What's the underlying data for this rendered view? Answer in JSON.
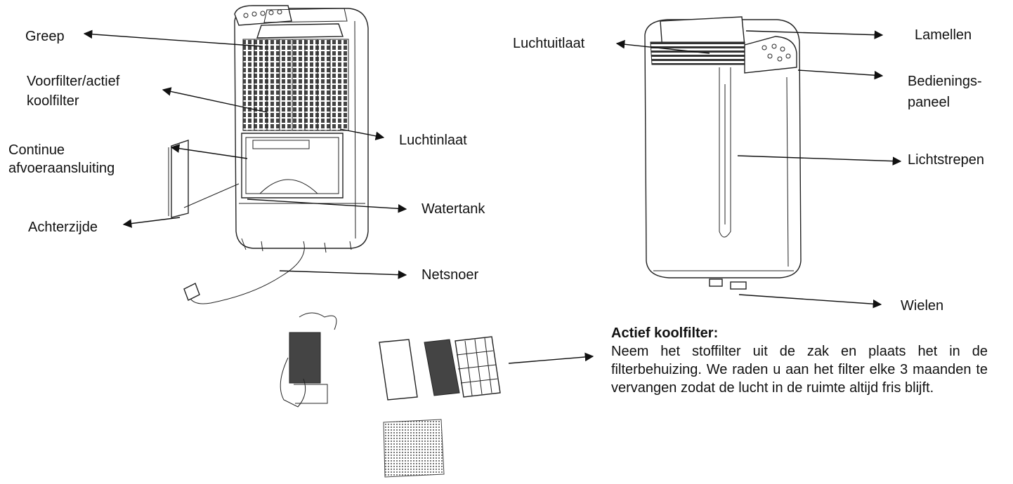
{
  "labels": {
    "greep": "Greep",
    "voorfilter_1": "Voorfilter/actief",
    "voorfilter_2": "koolfilter",
    "continue_1": "Continue",
    "continue_2": "afvoeraansluiting",
    "achterzijde": "Achterzijde",
    "luchtinlaat": "Luchtinlaat",
    "watertank": "Watertank",
    "netsnoer": "Netsnoer",
    "luchtuitlaat": "Luchtuitlaat",
    "lamellen": "Lamellen",
    "bedienings_1": "Bedienings-",
    "bedienings_2": "paneel",
    "lichtstrepen": "Lichtstrepen",
    "wielen": "Wielen"
  },
  "info": {
    "title": "Actief koolfilter",
    "text": "Neem het stoffilter uit de zak en plaats het in de filterbehuizing. We raden u aan het filter elke 3 maanden te vervangen zodat de lucht in de ruimte altijd fris blijft."
  }
}
